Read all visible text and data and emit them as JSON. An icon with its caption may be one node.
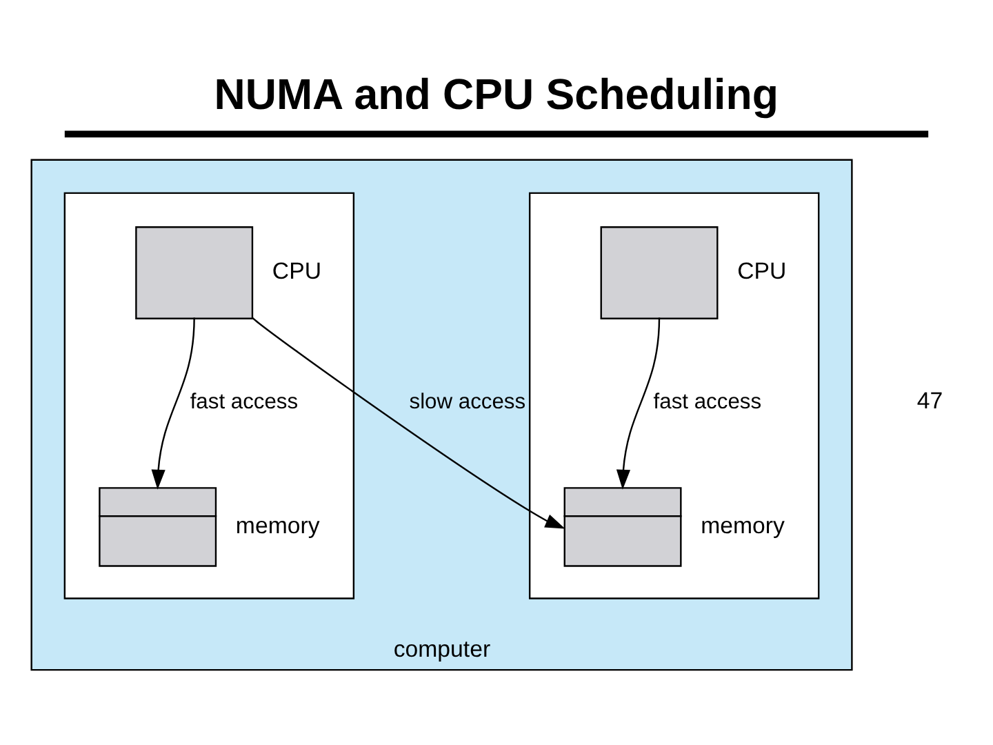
{
  "diagram": {
    "title": "NUMA and CPU Scheduling",
    "nodes": [
      {
        "text": [
          "computer"
        ]
      },
      {
        "text": [],
        "shape": "box",
        "in": 0
      },
      {
        "text": [
          "CPU"
        ],
        "in": 1
      },
      {
        "text": [
          "memory"
        ],
        "in": 1
      },
      {
        "text": [],
        "shape": "box",
        "in": 0
      },
      {
        "text": [
          "CPU"
        ],
        "in": 4
      },
      {
        "text": [
          "memory"
        ],
        "in": 4
      }
    ],
    "edges": [
      {
        "from": 2,
        "to": 3,
        "arrow": "to",
        "label": "fast access"
      },
      {
        "from": 2,
        "to": 6,
        "arrow": "to",
        "label": "slow access"
      },
      {
        "from": 5,
        "to": 6,
        "arrow": "to",
        "label": "fast access"
      }
    ],
    "labels": [
      "47"
    ]
  }
}
